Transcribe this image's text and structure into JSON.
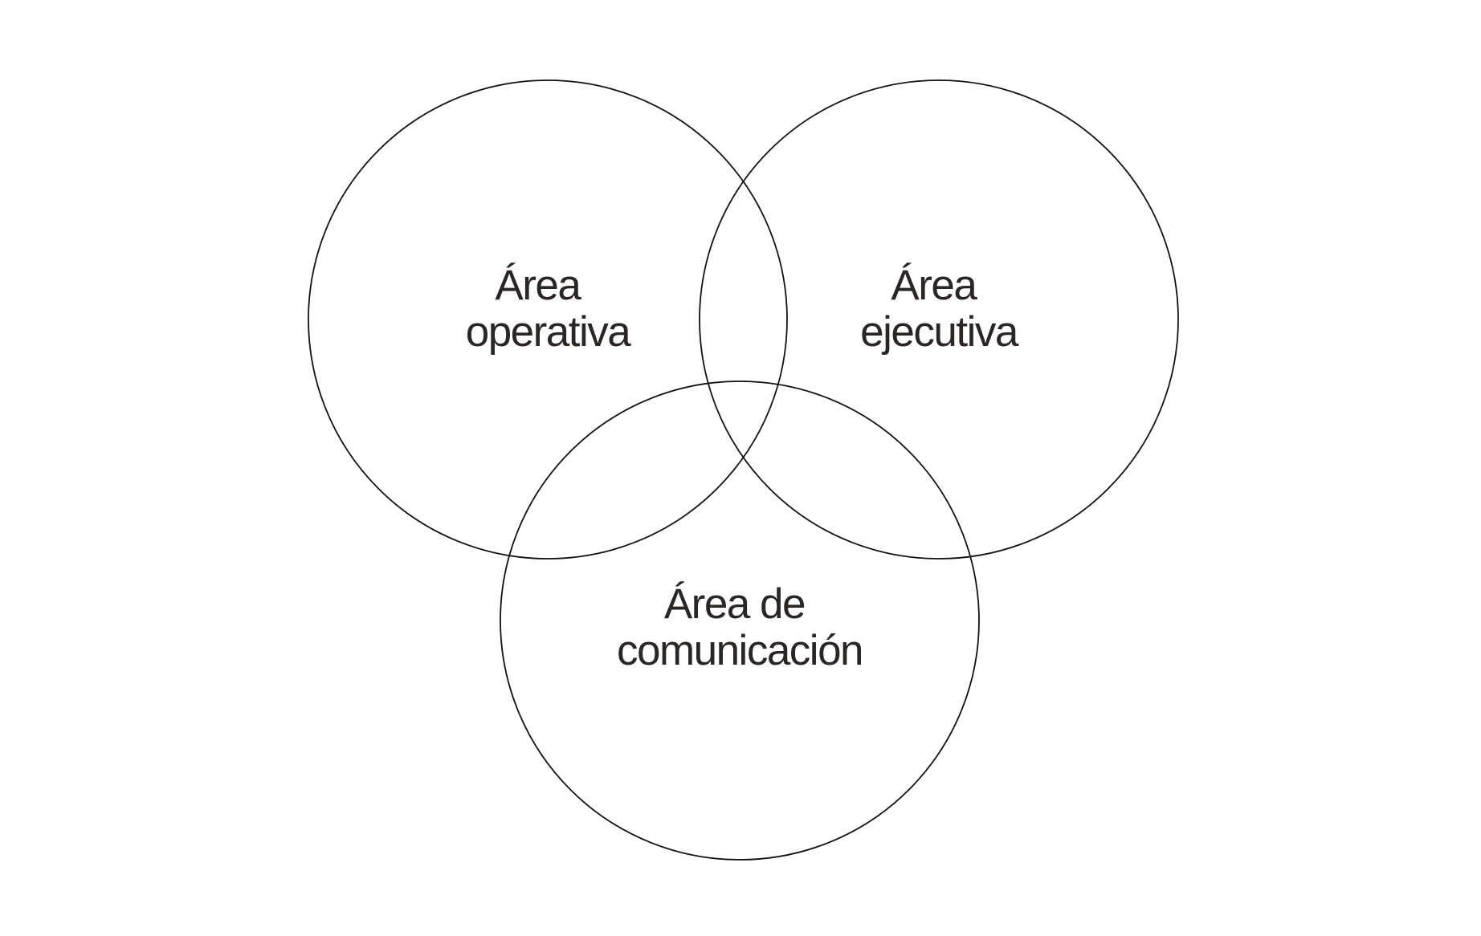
{
  "diagram": {
    "colors": {
      "background": "#ffffff",
      "stroke": "#111111",
      "text": "#2b2523"
    },
    "circles": [
      {
        "id": "operativa",
        "label_lines": [
          "Área",
          "operativa"
        ]
      },
      {
        "id": "ejecutiva",
        "label_lines": [
          "Área",
          "ejecutiva"
        ]
      },
      {
        "id": "comunicacion",
        "label_lines": [
          "Área de",
          "comunicación"
        ]
      }
    ]
  }
}
